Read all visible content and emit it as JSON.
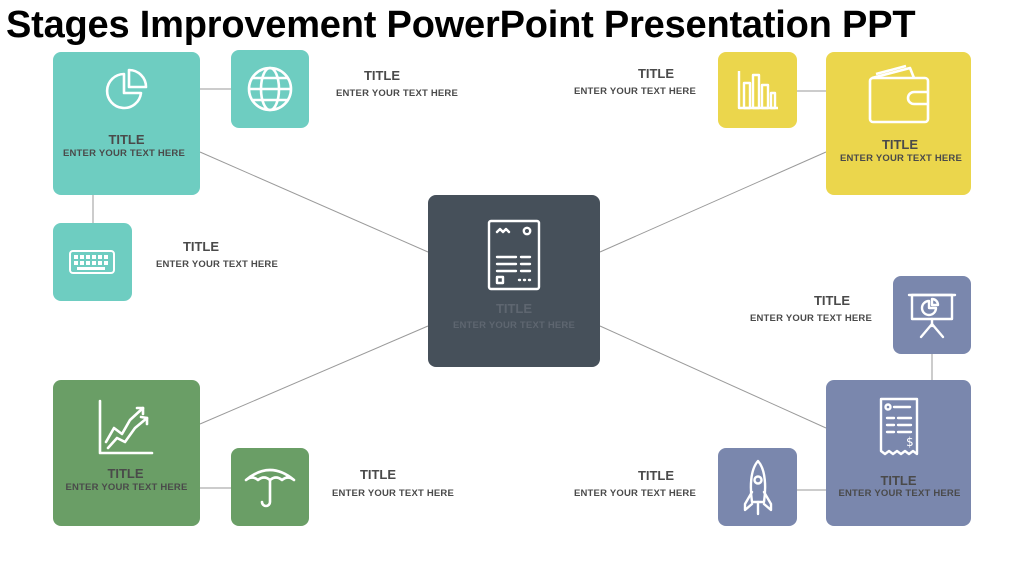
{
  "slide": {
    "title": "Stages Improvement PowerPoint Presentation PPT"
  },
  "colors": {
    "teal": "#6ecdc1",
    "yellow": "#ebd64c",
    "green": "#6a9e66",
    "blue": "#7a87ad",
    "center": "#46505a",
    "line": "#999999"
  },
  "center": {
    "title": "TITLE",
    "text": "ENTER YOUR TEXT HERE",
    "icon": "document-icon"
  },
  "top_left": {
    "main": {
      "title": "TITLE",
      "text": "ENTER YOUR TEXT HERE",
      "icon": "pie-chart-icon"
    },
    "side": {
      "icon": "globe-icon",
      "title": "TITLE",
      "text": "ENTER YOUR TEXT HERE"
    },
    "below": {
      "icon": "keyboard-icon",
      "title": "TITLE",
      "text": "ENTER YOUR TEXT HERE"
    }
  },
  "top_right": {
    "main": {
      "title": "TITLE",
      "text": "ENTER YOUR TEXT HERE",
      "icon": "wallet-icon"
    },
    "side": {
      "icon": "bar-chart-icon",
      "title": "TITLE",
      "text": "ENTER YOUR TEXT HERE"
    }
  },
  "bottom_left": {
    "main": {
      "title": "TITLE",
      "text": "ENTER YOUR TEXT HERE",
      "icon": "growth-chart-icon"
    },
    "side": {
      "icon": "umbrella-icon",
      "title": "TITLE",
      "text": "ENTER YOUR TEXT HERE"
    }
  },
  "bottom_right": {
    "main": {
      "title": "TITLE",
      "text": "ENTER YOUR TEXT HERE",
      "icon": "receipt-icon"
    },
    "side": {
      "icon": "rocket-icon",
      "title": "TITLE",
      "text": "ENTER YOUR TEXT HERE"
    },
    "above": {
      "icon": "presentation-board-icon",
      "title": "TITLE",
      "text": "ENTER YOUR TEXT HERE"
    }
  }
}
